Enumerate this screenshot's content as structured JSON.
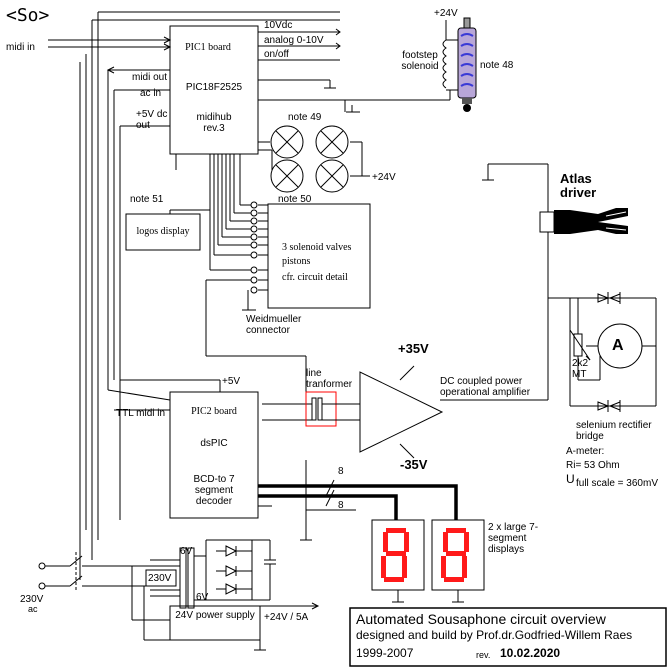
{
  "labels": {
    "project_code": "<So>",
    "midi_in": "midi in",
    "pic1_title": "PIC1 board",
    "pic1_chip": "PIC18F2525",
    "pic1_firmware": "midihub rev.3",
    "supply_10v": "10Vdc",
    "analog": "analog 0-10V",
    "on_off": "on/off",
    "midi_out": "midi out",
    "ac_in": "ac in",
    "plus5v_out": "+5V dc out",
    "plus24v_top": "+24V",
    "footstep_solenoid": "footstep solenoid",
    "note48": "note 48",
    "note49": "note 49",
    "plus24v_lamps": "+24V",
    "note51": "note 51",
    "logos_display": "logos display",
    "note50": "note 50",
    "valves_line1": "3 solenoid valves",
    "valves_line2": "pistons",
    "valves_line3": "cfr. circuit detail",
    "weidmueller": "Weidmueller connector",
    "atlas_driver": "Atlas driver",
    "plus35v": "+35V",
    "minus35v": "-35V",
    "line_transformer": "line tranformer",
    "amplifier": "DC coupled power operational amplifier",
    "plus5v": "+5V",
    "ttl_midi_in": "TTL midi in",
    "pic2_title": "PIC2 board",
    "pic2_chip": "dsPIC",
    "pic2_decoder": "BCD-to 7 segment decoder",
    "bus_width_1": "8",
    "bus_width_2": "8",
    "displays": "2 x large 7-segment displays",
    "meter_a": "A",
    "resistor": "2k2 MT",
    "rectifier": "selenium rectifier bridge",
    "ameter_title": "A-meter:",
    "ameter_ri": "Ri= 53 Ohm",
    "ameter_u": "U",
    "ameter_fullscale": "full scale = 360mV",
    "v6_top": "6V",
    "v6_bottom": "6V",
    "v230": "230V",
    "mains_v": "230V",
    "mains_ac": "ac",
    "ps_title": "24V power supply",
    "ps_out": "+24V / 5A"
  },
  "title_block": {
    "title": "Automated Sousaphone circuit overview",
    "designed_by": "designed and build by Prof.dr.Godfried-Willem Raes",
    "years": "1999-2007",
    "rev_label": "rev.",
    "rev_date": "10.02.2020"
  },
  "colors": {
    "ink": "#000000",
    "display_red": "#ff1a1a",
    "transformer_box": "#ff0000",
    "solenoid_body": "#b8a6d8",
    "solenoid_coil": "#3b3bd6"
  }
}
